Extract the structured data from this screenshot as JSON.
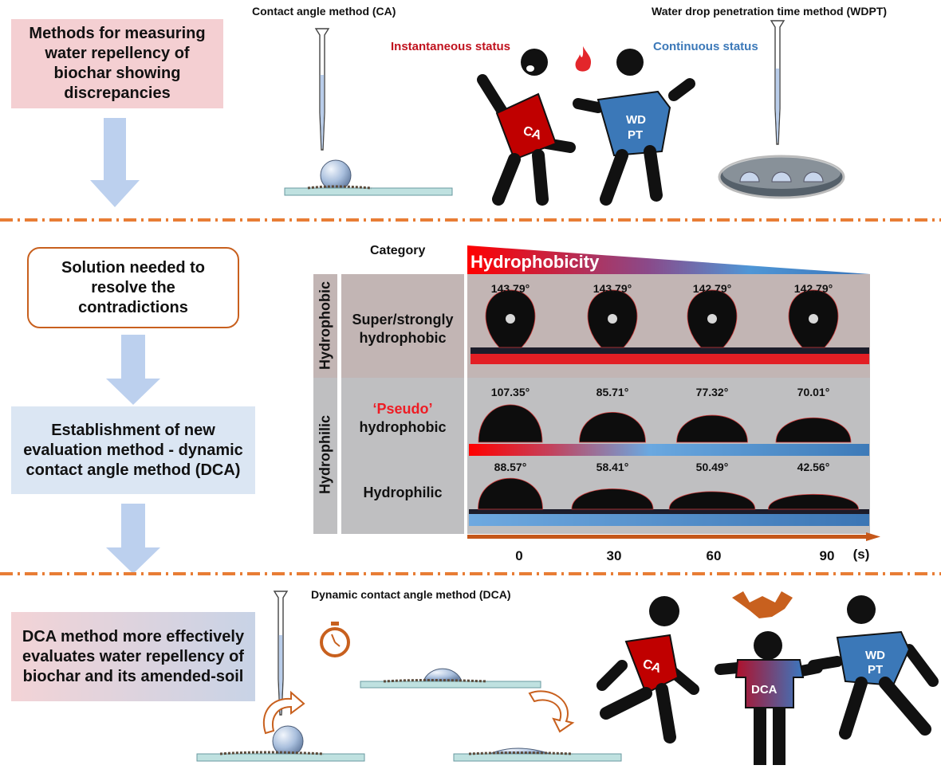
{
  "flow": {
    "step1": "Methods for measuring water repellency of biochar showing discrepancies",
    "step2": "Solution needed to resolve the contradictions",
    "step3": "Establishment of new evaluation method - dynamic contact angle method (DCA)",
    "step4": "DCA method more effectively evaluates water repellency of biochar and its amended-soil"
  },
  "top": {
    "ca_title": "Contact angle method (CA)",
    "wdpt_title": "Water drop penetration time method (WDPT)",
    "instantaneous": "Instantaneous status",
    "continuous": "Continuous status",
    "ca_shirt": "CA",
    "wdpt_shirt_1": "WD",
    "wdpt_shirt_2": "PT"
  },
  "middle": {
    "category_header": "Category",
    "gradient_label": "Hydrophobicity",
    "group_hydrophobic": "Hydrophobic",
    "group_hydrophilic": "Hydrophilic",
    "rows": [
      {
        "label_line1": "Super/strongly",
        "label_line2": "hydrophobic",
        "angles": [
          "143.79°",
          "143.79°",
          "142.79°",
          "142.79°"
        ]
      },
      {
        "label_highlight": "‘Pseudo’",
        "label_line2": "hydrophobic",
        "angles": [
          "107.35°",
          "85.71°",
          "77.32°",
          "70.01°"
        ]
      },
      {
        "label_line1": "Hydrophilic",
        "angles": [
          "88.57°",
          "58.41°",
          "50.49°",
          "42.56°"
        ]
      }
    ],
    "times": [
      "0",
      "30",
      "60",
      "90"
    ],
    "time_unit": "(s)"
  },
  "bottom": {
    "dca_title": "Dynamic contact angle method (DCA)",
    "ca_shirt": "CA",
    "dca_shirt": "DCA",
    "wdpt_shirt_1": "WD",
    "wdpt_shirt_2": "PT"
  },
  "colors": {
    "accent_orange": "#e87d35",
    "red": "#c0121e",
    "blue": "#3b78b8"
  }
}
